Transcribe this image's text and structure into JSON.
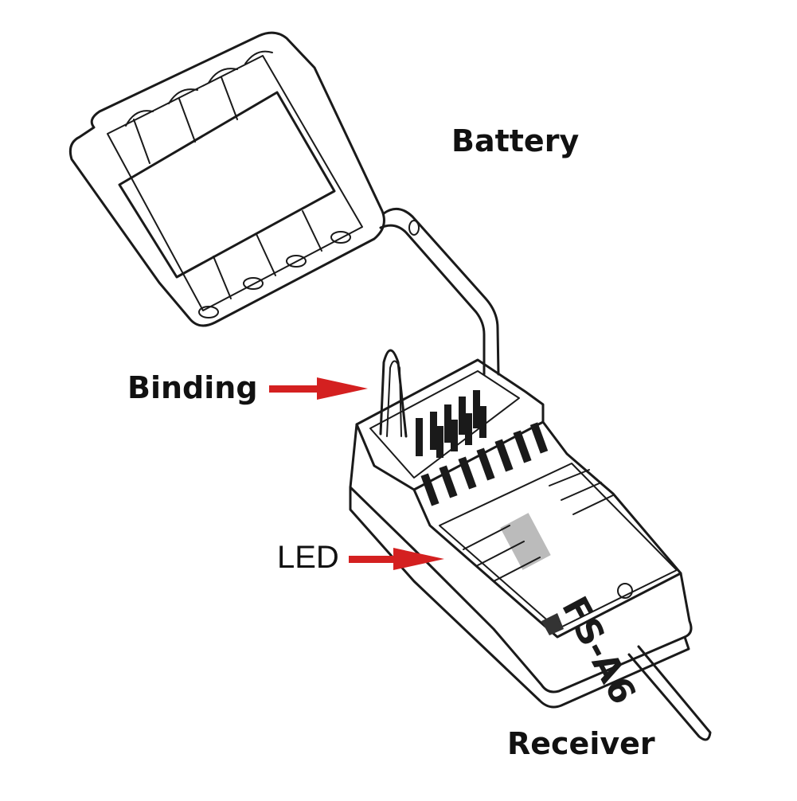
{
  "labels": {
    "battery": "Battery",
    "binding": "Binding",
    "led": "LED",
    "receiver": "Receiver"
  },
  "receiver_model": "FS-A6",
  "colors": {
    "arrow": "#d42020",
    "line": "#1a1a1a",
    "background": "#ffffff"
  }
}
